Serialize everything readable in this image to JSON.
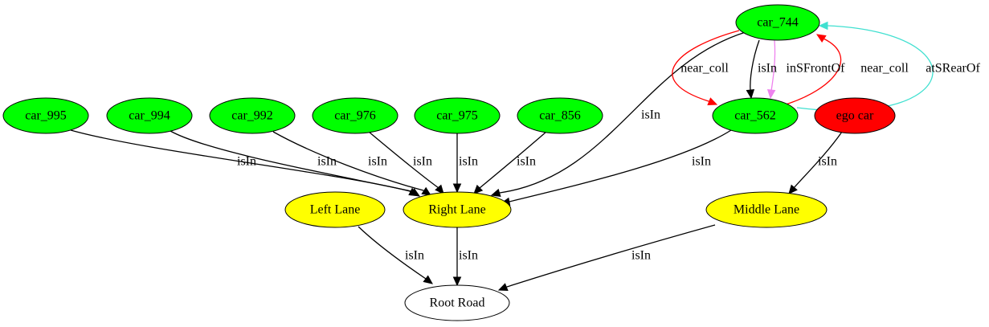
{
  "nodes": [
    {
      "id": "car_744",
      "label": "car_744",
      "fill": "#00ff00"
    },
    {
      "id": "car_562",
      "label": "car_562",
      "fill": "#00ff00"
    },
    {
      "id": "car_995",
      "label": "car_995",
      "fill": "#00ff00"
    },
    {
      "id": "car_994",
      "label": "car_994",
      "fill": "#00ff00"
    },
    {
      "id": "car_992",
      "label": "car_992",
      "fill": "#00ff00"
    },
    {
      "id": "car_976",
      "label": "car_976",
      "fill": "#00ff00"
    },
    {
      "id": "car_975",
      "label": "car_975",
      "fill": "#00ff00"
    },
    {
      "id": "car_856",
      "label": "car_856",
      "fill": "#00ff00"
    },
    {
      "id": "ego_car",
      "label": "ego car",
      "fill": "#ff0000"
    },
    {
      "id": "left_lane",
      "label": "Left Lane",
      "fill": "#ffff00"
    },
    {
      "id": "right_lane",
      "label": "Right Lane",
      "fill": "#ffff00"
    },
    {
      "id": "middle_lane",
      "label": "Middle Lane",
      "fill": "#ffff00"
    },
    {
      "id": "root_road",
      "label": "Root Road",
      "fill": "#ffffff"
    }
  ],
  "edges": [
    {
      "id": "e_995_rl",
      "from": "car_995",
      "to": "right_lane",
      "label": "isIn",
      "color": "#000000"
    },
    {
      "id": "e_994_rl",
      "from": "car_994",
      "to": "right_lane",
      "label": "isIn",
      "color": "#000000"
    },
    {
      "id": "e_992_rl",
      "from": "car_992",
      "to": "right_lane",
      "label": "isIn",
      "color": "#000000"
    },
    {
      "id": "e_976_rl",
      "from": "car_976",
      "to": "right_lane",
      "label": "isIn",
      "color": "#000000"
    },
    {
      "id": "e_975_rl",
      "from": "car_975",
      "to": "right_lane",
      "label": "isIn",
      "color": "#000000"
    },
    {
      "id": "e_856_rl",
      "from": "car_856",
      "to": "right_lane",
      "label": "isIn",
      "color": "#000000"
    },
    {
      "id": "e_744_rl",
      "from": "car_744",
      "to": "right_lane",
      "label": "isIn",
      "color": "#000000"
    },
    {
      "id": "e_562_rl",
      "from": "car_562",
      "to": "right_lane",
      "label": "isIn",
      "color": "#000000"
    },
    {
      "id": "e_744_562_isin",
      "from": "car_744",
      "to": "car_562",
      "label": "isIn",
      "color": "#000000"
    },
    {
      "id": "e_744_562_near",
      "from": "car_744",
      "to": "car_562",
      "label": "near_coll",
      "color": "#ff0000"
    },
    {
      "id": "e_744_562_front",
      "from": "car_744",
      "to": "car_562",
      "label": "inSFrontOf",
      "color": "#ee82ee"
    },
    {
      "id": "e_562_744_near",
      "from": "car_562",
      "to": "car_744",
      "label": "near_coll",
      "color": "#ff0000"
    },
    {
      "id": "e_562_744_rear",
      "from": "car_562",
      "to": "car_744",
      "label": "atSRearOf",
      "color": "#40e0d0"
    },
    {
      "id": "e_ego_ml",
      "from": "ego_car",
      "to": "middle_lane",
      "label": "isIn",
      "color": "#000000"
    },
    {
      "id": "e_ll_rr",
      "from": "left_lane",
      "to": "root_road",
      "label": "isIn",
      "color": "#000000"
    },
    {
      "id": "e_rl_rr",
      "from": "right_lane",
      "to": "root_road",
      "label": "isIn",
      "color": "#000000"
    },
    {
      "id": "e_ml_rr",
      "from": "middle_lane",
      "to": "root_road",
      "label": "isIn",
      "color": "#000000"
    }
  ]
}
